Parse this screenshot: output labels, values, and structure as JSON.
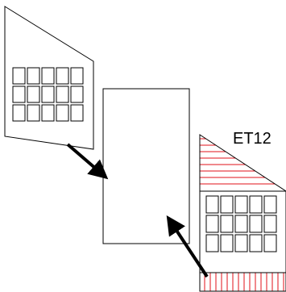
{
  "diagram": {
    "label": "ET12",
    "colors": {
      "outline": "#000000",
      "hatch": "#e0101a",
      "arrow": "#000000"
    },
    "components": {
      "left_building": {
        "window_rows": 3,
        "window_cols": 5
      },
      "center_box": {},
      "right_building": {
        "window_rows": 3,
        "window_cols": 5,
        "hatched_roof": true,
        "hatched_base": true
      }
    },
    "connections": [
      {
        "from": "left_building",
        "to": "center_box"
      },
      {
        "from": "right_building",
        "to": "center_box"
      }
    ]
  }
}
